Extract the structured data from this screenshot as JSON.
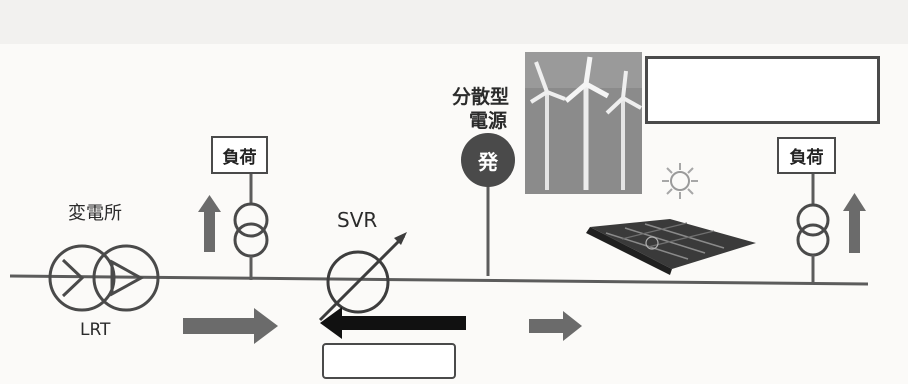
{
  "labels": {
    "substation": "変電所",
    "lrt": "LRT",
    "svr": "SVR",
    "distributed_source_line1": "分散型",
    "distributed_source_line2": "電源",
    "generator_symbol": "発",
    "load_left": "負荷",
    "load_right": "負荷"
  },
  "overlay_boxes": {
    "top_right": "",
    "bottom_center": ""
  },
  "colors": {
    "line": "#5c5c5c",
    "arrow_gray": "#6b6b6b",
    "arrow_black": "#111111",
    "generator_fill": "#4a4a4a",
    "wind_panel": "#8b8b8b"
  },
  "icons": {
    "lrt": "dual-transformer-icon",
    "svr": "variable-regulator-icon",
    "load_transformers": "transformer-icon",
    "wind": "wind-turbine-icon",
    "solar": "solar-panel-icon",
    "sun": "sun-icon"
  }
}
